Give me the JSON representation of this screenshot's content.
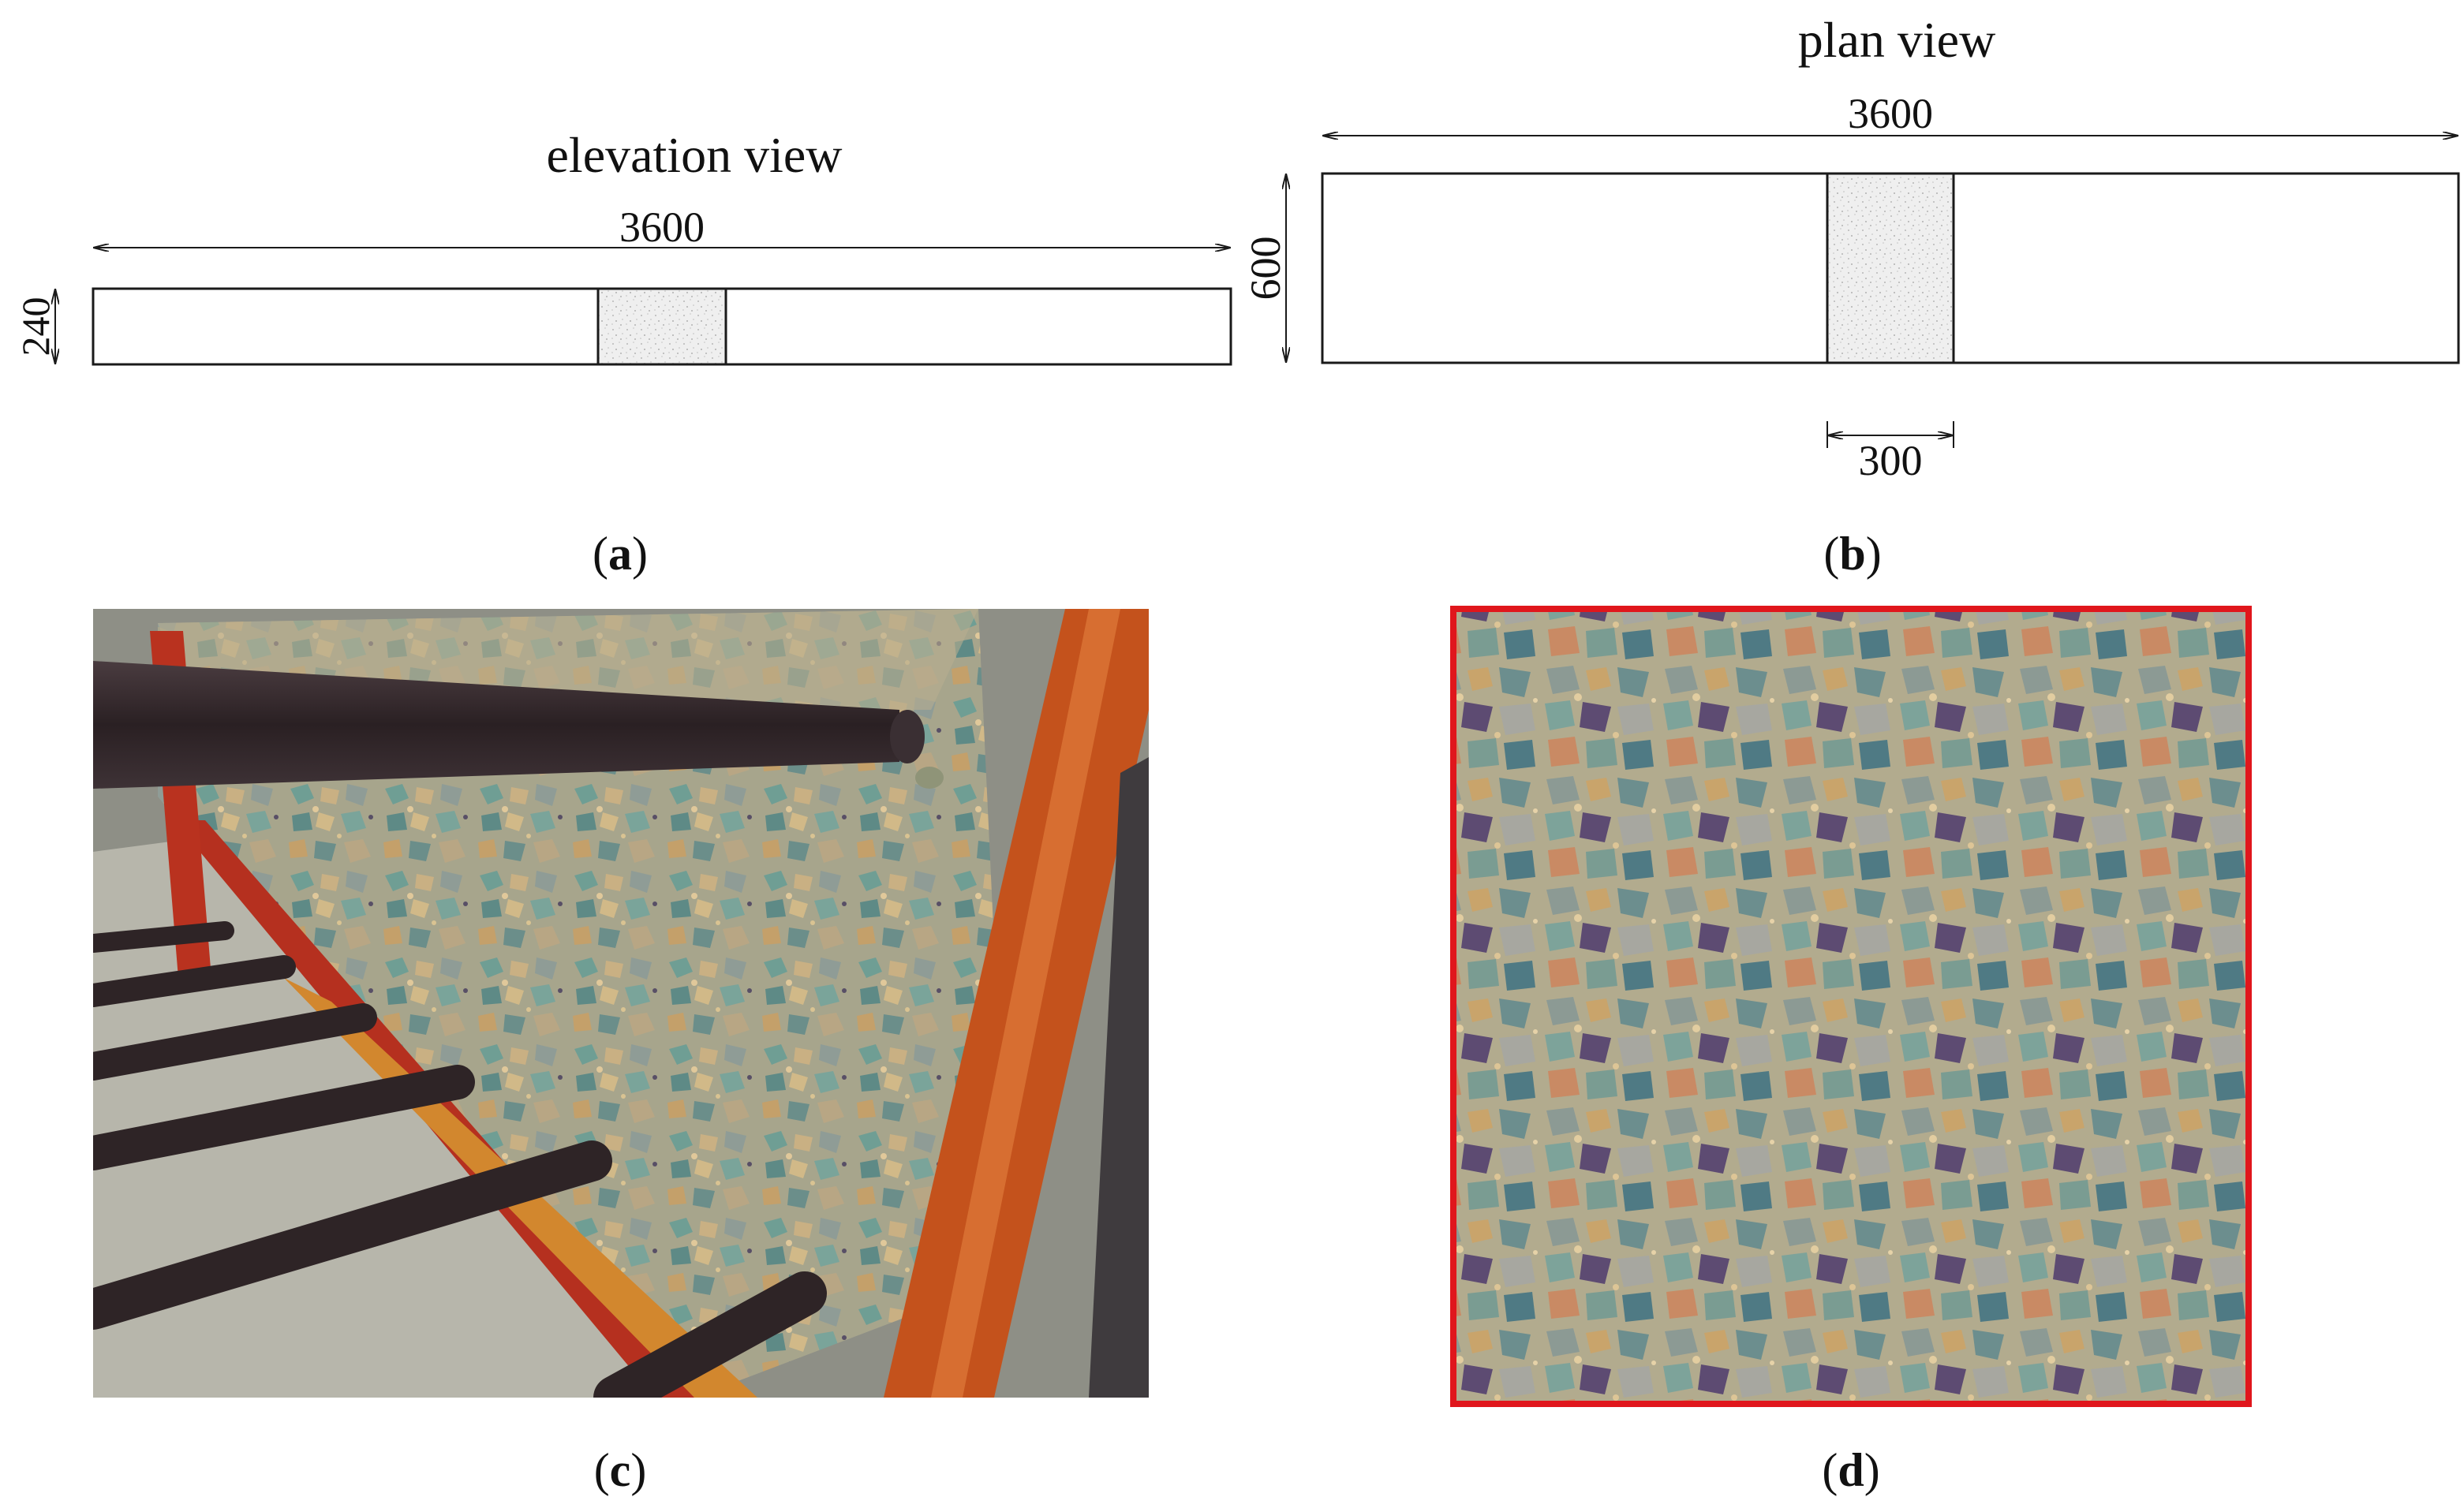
{
  "panels": {
    "a": {
      "caption_letter": "a",
      "title": "elevation view",
      "length_dim": "3600",
      "height_dim": "240"
    },
    "b": {
      "caption_letter": "b",
      "title": "plan view",
      "length_dim": "3600",
      "width_dim": "600",
      "joint_dim": "300"
    },
    "c": {
      "caption_letter": "c"
    },
    "d": {
      "caption_letter": "d"
    }
  },
  "colors": {
    "line": "#1a1a1a",
    "joint_fill": "#ececec",
    "photo_d_border": "#e0161c",
    "formwork": "#c4521c",
    "rebar": "#2e2426",
    "concrete": "#9aa08a"
  }
}
